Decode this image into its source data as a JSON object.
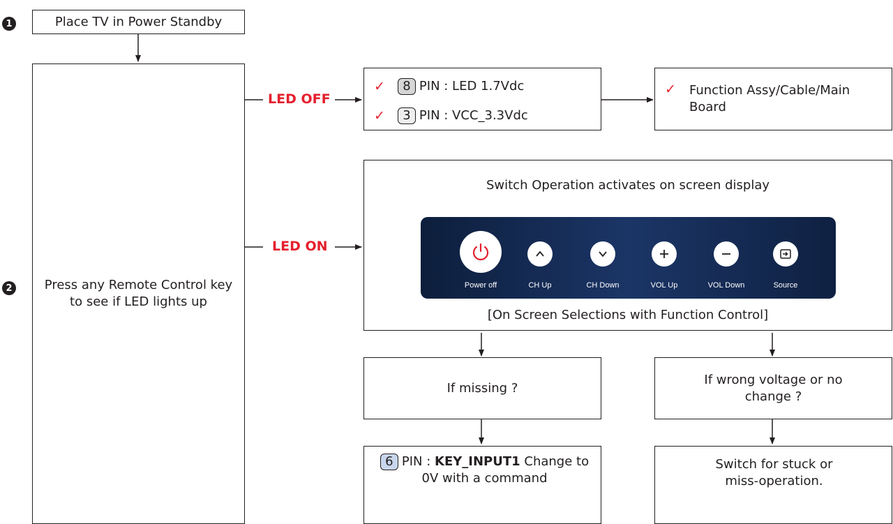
{
  "steps": {
    "step1_marker": "1",
    "step2_marker": "2",
    "standby_box": "Place TV in Power Standby",
    "remote_box": "Press any Remote Control key to see if LED lights up"
  },
  "branches": {
    "led_off": "LED OFF",
    "led_on": "LED ON"
  },
  "led_off_checks": {
    "check_mark": "✓",
    "items": [
      {
        "pin": "8",
        "text": "PIN : LED 1.7Vdc"
      },
      {
        "pin": "3",
        "text": "PIN : VCC_3.3Vdc"
      }
    ],
    "result": "Function Assy/Cable/Main Board"
  },
  "osd": {
    "title": "Switch Operation activates on screen display",
    "caption": "[On Screen Selections with Function Control]",
    "buttons": [
      {
        "label": "Power off",
        "icon": "power-icon"
      },
      {
        "label": "CH Up",
        "icon": "chevron-up-icon"
      },
      {
        "label": "CH Down",
        "icon": "chevron-down-icon"
      },
      {
        "label": "VOL Up",
        "icon": "plus-icon"
      },
      {
        "label": "VOL Down",
        "icon": "minus-icon"
      },
      {
        "label": "Source",
        "icon": "source-icon"
      }
    ],
    "panel_color": "#1b3566"
  },
  "missing": {
    "question": "If missing ?",
    "pin": "6",
    "pin_prefix": "PIN : ",
    "key": "KEY_INPUT1",
    "action": " Change to 0V with a command"
  },
  "wrong": {
    "question": "If wrong voltage or no change ?",
    "action": "Switch for stuck or miss-operation."
  },
  "colors": {
    "accent_red": "#e4202e",
    "line": "#231f20"
  }
}
